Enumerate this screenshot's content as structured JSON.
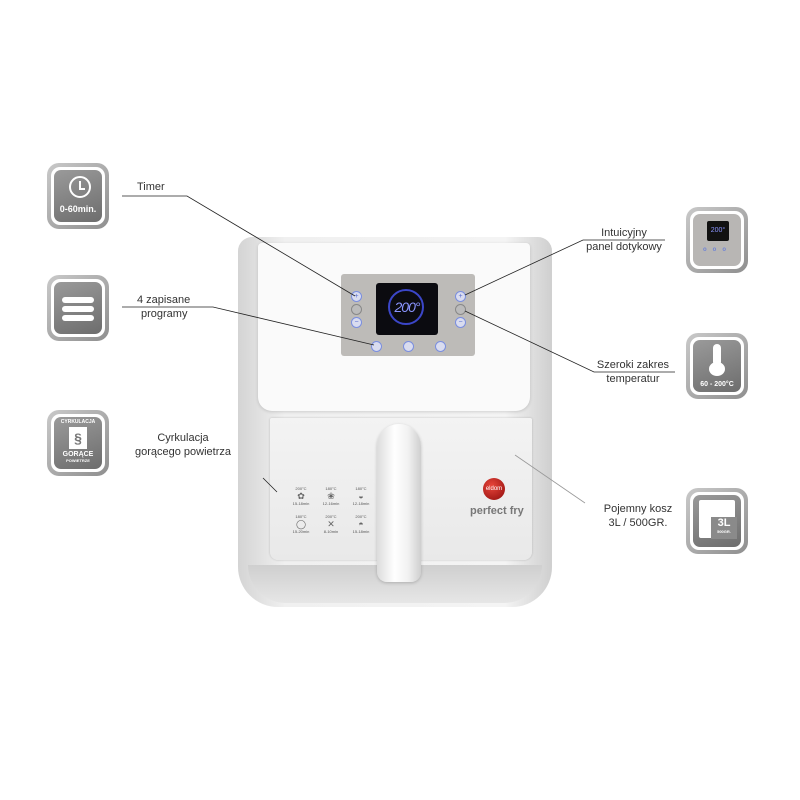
{
  "features": {
    "timer": {
      "label": "Timer",
      "badge_text": "0-60min.",
      "icon": "clock-icon"
    },
    "programs": {
      "label_line1": "4 zapisane",
      "label_line2": "programy",
      "icon": "menu-lines-icon"
    },
    "circulation": {
      "label_line1": "Cyrkulacja",
      "label_line2": "gorącego powietrza",
      "badge_top": "CYRKULACJA",
      "badge_bottom": "GORĄCE",
      "badge_bottom2": "POWIETRZE",
      "icon": "air-circulation-icon"
    },
    "panel": {
      "label_line1": "Intuicyjny",
      "label_line2": "panel dotykowy",
      "badge_display": "200°",
      "icon": "touch-panel-icon"
    },
    "temperature": {
      "label_line1": "Szeroki zakres",
      "label_line2": "temperatur",
      "badge_text": "60 - 200°C",
      "icon": "thermometer-icon"
    },
    "basket": {
      "label_line1": "Pojemny kosz",
      "label_line2": "3L / 500GR.",
      "badge_big": "3L",
      "badge_small": "500GR.",
      "icon": "basket-box-icon"
    }
  },
  "device": {
    "display_temp": "200°",
    "brand_logo": "eldom",
    "model_name": "perfect fry",
    "cooking_guide": [
      {
        "temp": "200°C",
        "time": "15-18min"
      },
      {
        "temp": "180°C",
        "time": "12-16min"
      },
      {
        "temp": "180°C",
        "time": "12-18min"
      },
      {
        "temp": "180°C",
        "time": "15-20min"
      },
      {
        "temp": "200°C",
        "time": "8-10min"
      },
      {
        "temp": "200°C",
        "time": "15-18min"
      }
    ]
  },
  "colors": {
    "lcd_blue": "#3b46c8",
    "badge_gray": "#8a8a8a",
    "logo_red": "#c0211c"
  }
}
